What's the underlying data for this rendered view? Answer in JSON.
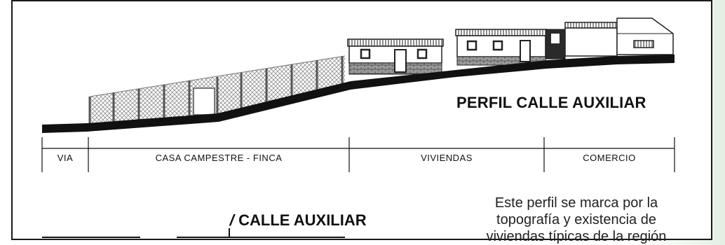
{
  "diagram": {
    "title": "PERFIL CALLE AUXILIAR",
    "zones": [
      "VIA",
      "CASA CAMPESTRE - FINCA",
      "VIVIENDAS",
      "COMERCIO"
    ]
  },
  "lower_section": {
    "subtitle_mark": "/",
    "subtitle": "CALLE AUXILIAR",
    "description_lines": [
      "Este perfil se marca por la",
      "topografía y existencia de",
      "viviendas típicas de la región"
    ]
  },
  "colors": {
    "ground": "#111111",
    "stone_base": "#8a8a8a",
    "fence_mesh": "#9a9a9a",
    "accent_bg": "#e3f0e3"
  }
}
